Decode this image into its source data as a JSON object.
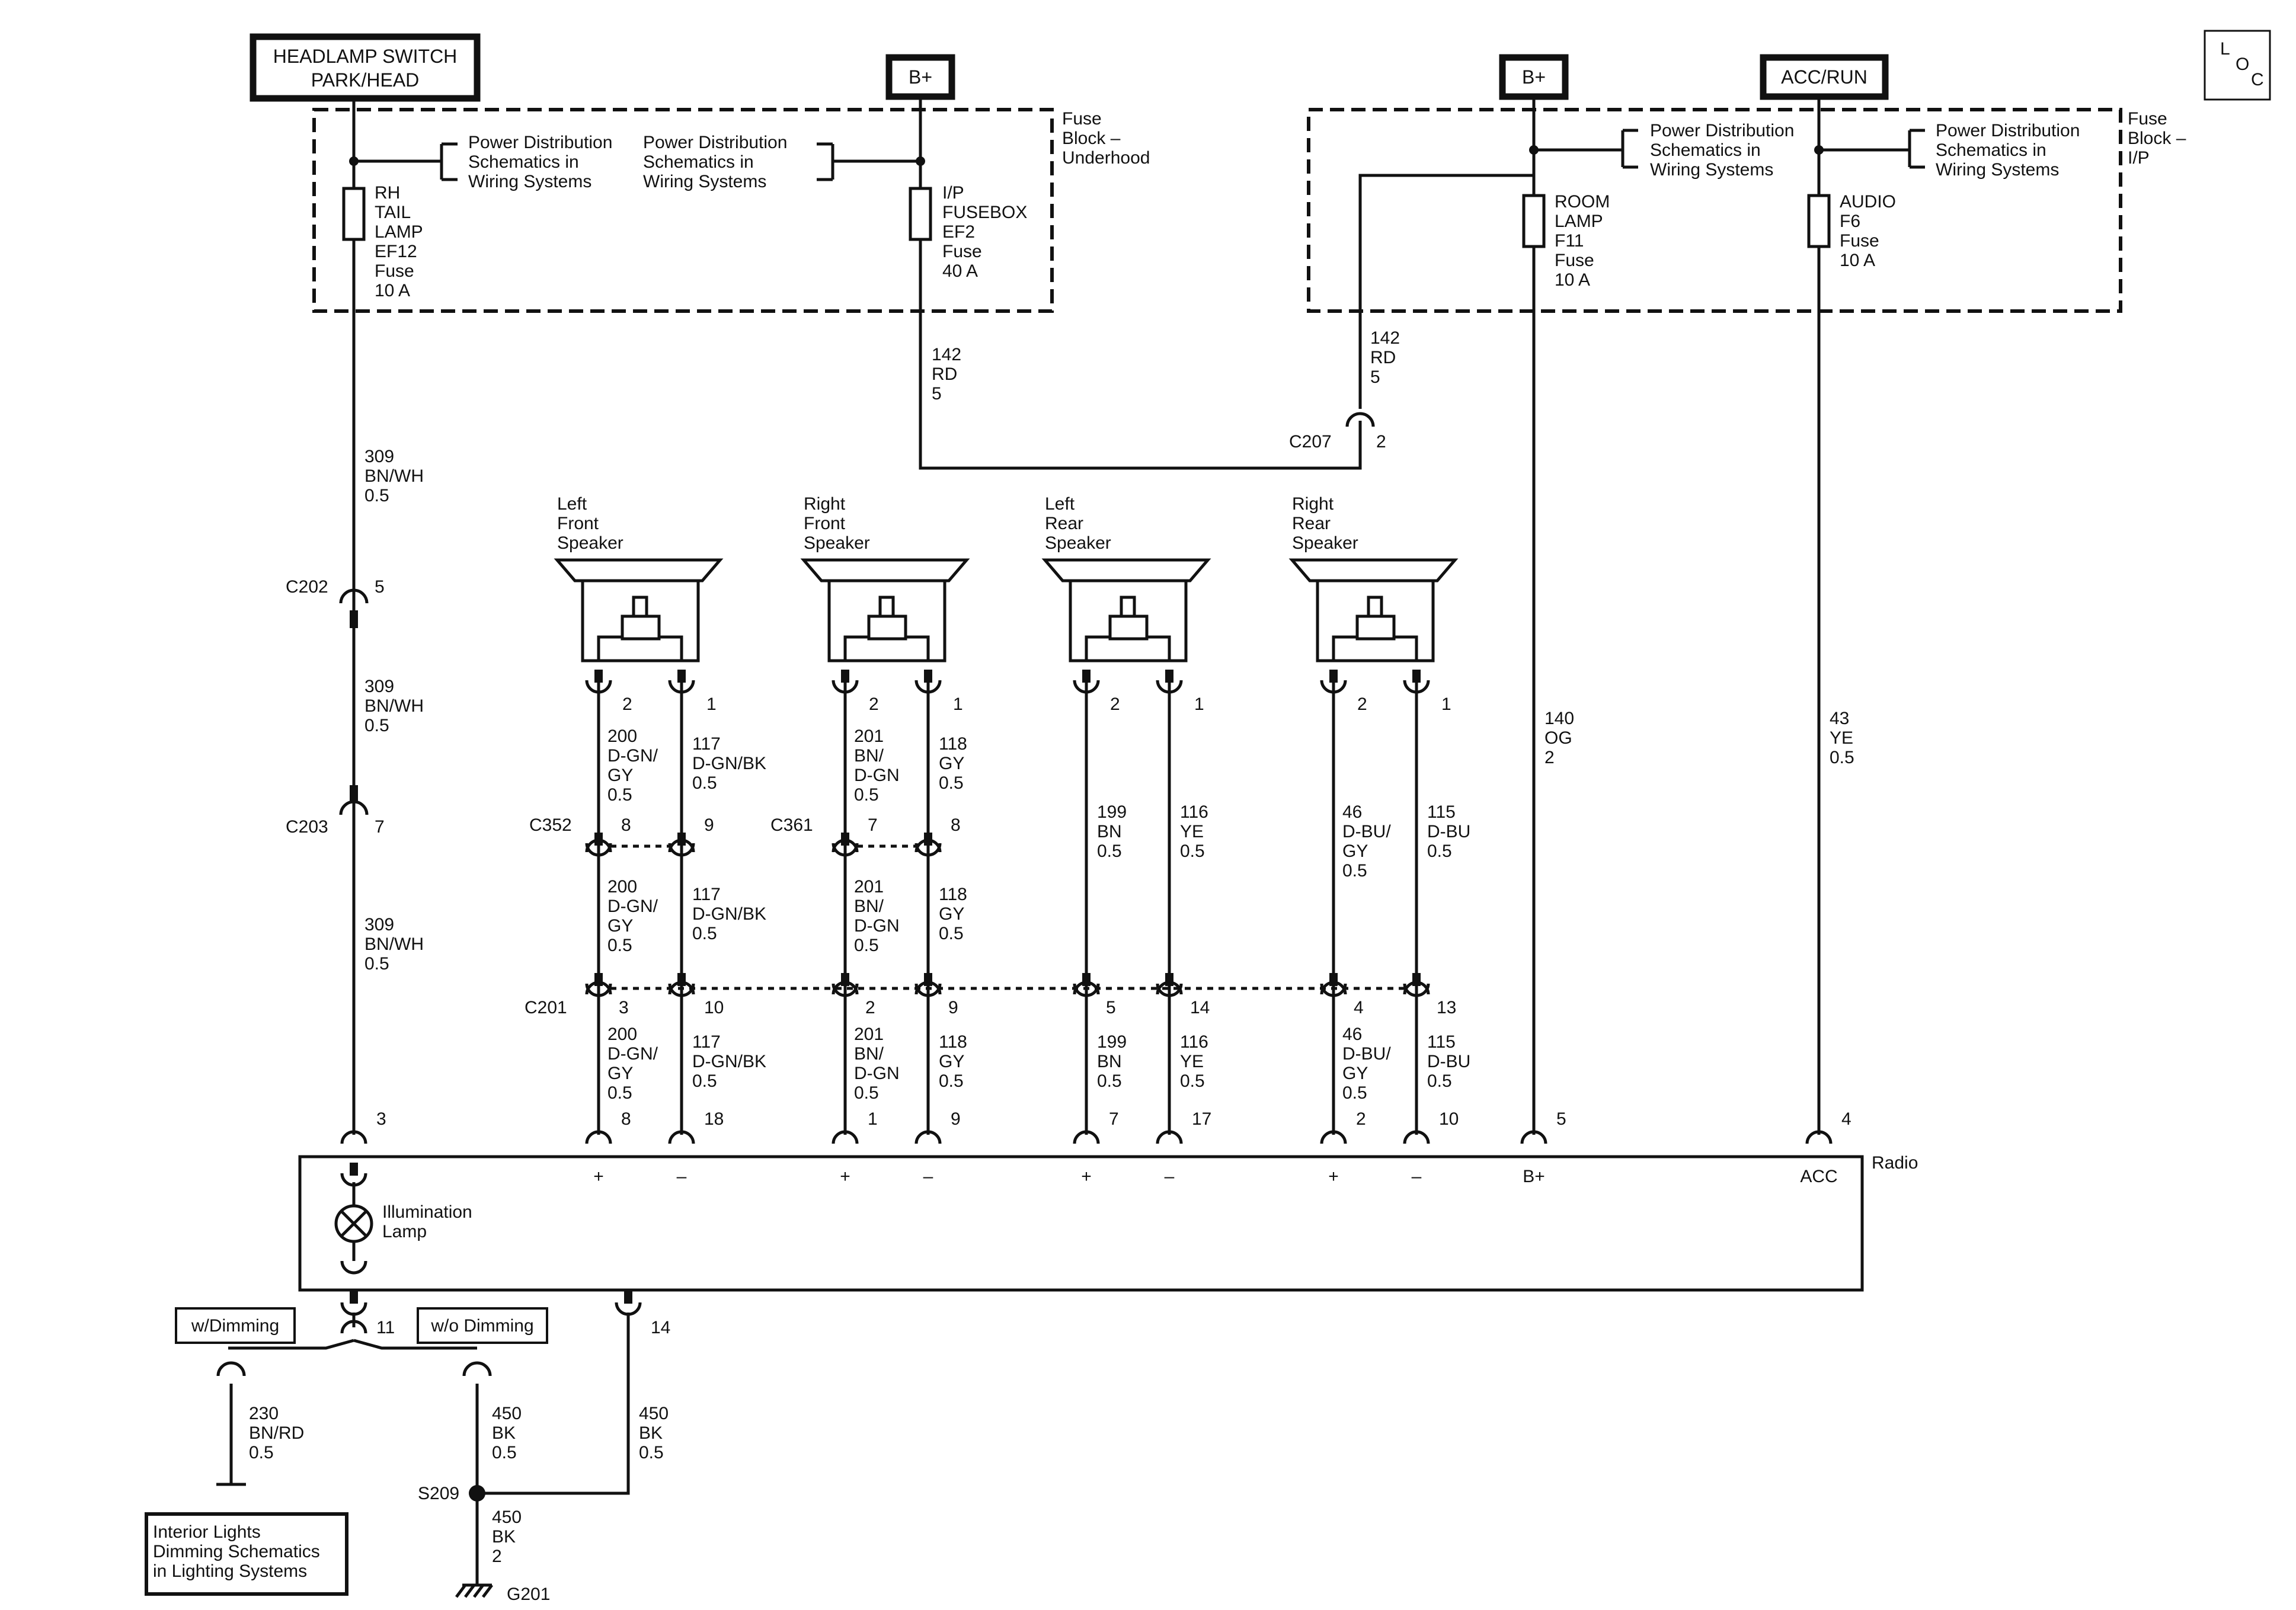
{
  "headers": {
    "headlamp_line1": "HEADLAMP SWITCH",
    "headlamp_line2": "PARK/HEAD",
    "bplus_1": "B+",
    "bplus_2": "B+",
    "acc_run": "ACC/RUN",
    "loc": [
      "L",
      "O",
      "C"
    ]
  },
  "fuse_blocks": {
    "underhood": [
      "Fuse",
      "Block –",
      "Underhood"
    ],
    "ip": [
      "Fuse",
      "Block –",
      "I/P"
    ]
  },
  "power_refs": [
    "Power Distribution",
    "Schematics in",
    "Wiring Systems"
  ],
  "fuses": {
    "rh_tail": [
      "RH",
      "TAIL",
      "LAMP",
      "EF12",
      "Fuse",
      "10 A"
    ],
    "ip_fusebox": [
      "I/P",
      "FUSEBOX",
      "EF2",
      "Fuse",
      "40 A"
    ],
    "room_lamp": [
      "ROOM",
      "LAMP",
      "F11",
      "Fuse",
      "10 A"
    ],
    "audio": [
      "AUDIO",
      "F6",
      "Fuse",
      "10 A"
    ]
  },
  "wires": {
    "w142_left": [
      "142",
      "RD",
      "5"
    ],
    "w142_right": [
      "142",
      "RD",
      "5"
    ],
    "w309_a": [
      "309",
      "BN/WH",
      "0.5"
    ],
    "w309_b": [
      "309",
      "BN/WH",
      "0.5"
    ],
    "w309_c": [
      "309",
      "BN/WH",
      "0.5"
    ],
    "w140": [
      "140",
      "OG",
      "2"
    ],
    "w43": [
      "43",
      "YE",
      "0.5"
    ],
    "lf_200_a": [
      "200",
      "D-GN/",
      "GY",
      "0.5"
    ],
    "lf_117_a": [
      "117",
      "D-GN/BK",
      "0.5"
    ],
    "rf_201_a": [
      "201",
      "BN/",
      "D-GN",
      "0.5"
    ],
    "rf_118_a": [
      "118",
      "GY",
      "0.5"
    ],
    "lf_200_b": [
      "200",
      "D-GN/",
      "GY",
      "0.5"
    ],
    "lf_117_b": [
      "117",
      "D-GN/BK",
      "0.5"
    ],
    "rf_201_b": [
      "201",
      "BN/",
      "D-GN",
      "0.5"
    ],
    "rf_118_b": [
      "118",
      "GY",
      "0.5"
    ],
    "lr_199_a": [
      "199",
      "BN",
      "0.5"
    ],
    "lr_116_a": [
      "116",
      "YE",
      "0.5"
    ],
    "rr_46_a": [
      "46",
      "D-BU/",
      "GY",
      "0.5"
    ],
    "rr_115_a": [
      "115",
      "D-BU",
      "0.5"
    ],
    "lf_200_c": [
      "200",
      "D-GN/",
      "GY",
      "0.5"
    ],
    "lf_117_c": [
      "117",
      "D-GN/BK",
      "0.5"
    ],
    "rf_201_c": [
      "201",
      "BN/",
      "D-GN",
      "0.5"
    ],
    "rf_118_c": [
      "118",
      "GY",
      "0.5"
    ],
    "lr_199_c": [
      "199",
      "BN",
      "0.5"
    ],
    "lr_116_c": [
      "116",
      "YE",
      "0.5"
    ],
    "rr_46_c": [
      "46",
      "D-BU/",
      "GY",
      "0.5"
    ],
    "rr_115_c": [
      "115",
      "D-BU",
      "0.5"
    ],
    "w230": [
      "230",
      "BN/RD",
      "0.5"
    ],
    "w450_a": [
      "450",
      "BK",
      "0.5"
    ],
    "w450_b": [
      "450",
      "BK",
      "0.5"
    ],
    "w450_c": [
      "450",
      "BK",
      "2"
    ]
  },
  "connectors": {
    "c207": "C207",
    "c207_pin": "2",
    "c202": "C202",
    "c202_pin": "5",
    "c203": "C203",
    "c203_pin": "7",
    "c352": "C352",
    "c352_pins": [
      "8",
      "9"
    ],
    "c361": "C361",
    "c361_pins": [
      "7",
      "8"
    ],
    "c201": "C201",
    "c201_pins": [
      "3",
      "10",
      "2",
      "9",
      "5",
      "14",
      "4",
      "13"
    ]
  },
  "speakers": [
    {
      "name": [
        "Left",
        "Front",
        "Speaker"
      ],
      "pins": [
        "2",
        "1"
      ]
    },
    {
      "name": [
        "Right",
        "Front",
        "Speaker"
      ],
      "pins": [
        "2",
        "1"
      ]
    },
    {
      "name": [
        "Left",
        "Rear",
        "Speaker"
      ],
      "pins": [
        "2",
        "1"
      ]
    },
    {
      "name": [
        "Right",
        "Rear",
        "Speaker"
      ],
      "pins": [
        "2",
        "1"
      ]
    }
  ],
  "radio": {
    "name": "Radio",
    "pins_top": [
      "3",
      "8",
      "18",
      "1",
      "9",
      "7",
      "17",
      "2",
      "10",
      "5",
      "4"
    ],
    "polarity": [
      "+",
      "–",
      "+",
      "–",
      "+",
      "–",
      "+",
      "–"
    ],
    "bplus": "B+",
    "acc": "ACC",
    "lamp": [
      "Illumination",
      "Lamp"
    ],
    "pin_11": "11",
    "pin_14": "14"
  },
  "options": {
    "with_dimming": "w/Dimming",
    "without_dimming": "w/o Dimming"
  },
  "interior_ref": [
    "Interior Lights",
    "Dimming Schematics",
    "in Lighting Systems"
  ],
  "splice": "S209",
  "ground": "G201"
}
